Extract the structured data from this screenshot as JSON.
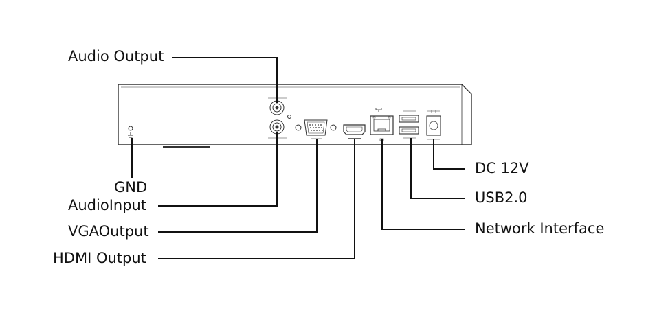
{
  "labels": {
    "audio_output": "Audio Output",
    "gnd": "GND",
    "audio_input": "AudioInput",
    "vga_output": "VGAOutput",
    "hdmi_output": "HDMI Output",
    "dc_12v": "DC 12V",
    "usb2": "USB2.0",
    "network_interface": "Network Interface"
  },
  "colors": {
    "line": "#111111",
    "panel_stroke": "#333333",
    "background": "#ffffff"
  }
}
